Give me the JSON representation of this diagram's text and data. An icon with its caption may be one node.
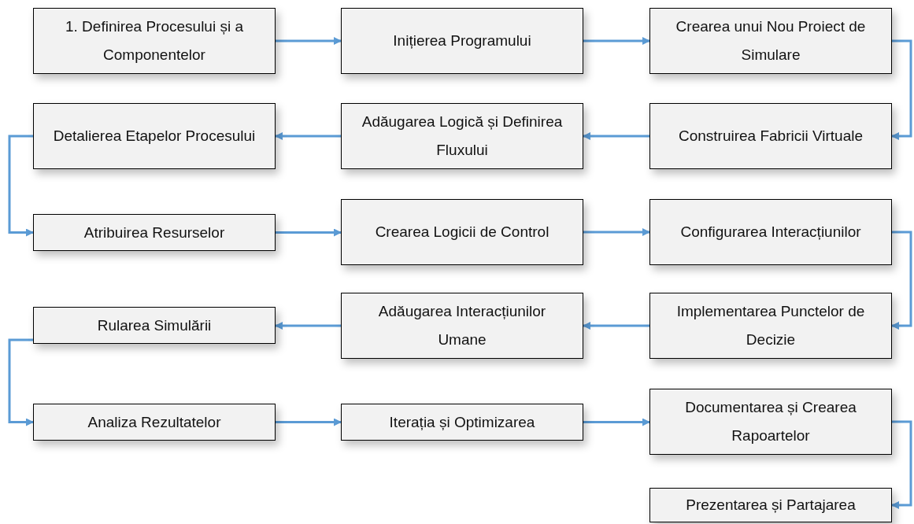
{
  "diagram": {
    "nodes": [
      {
        "text": [
          "1. Definirea Procesului și a Componentelor"
        ]
      },
      {
        "text": [
          "Inițierea Programului"
        ]
      },
      {
        "text": [
          "Crearea unui Nou Proiect de Simulare"
        ]
      },
      {
        "text": [
          "Detalierea Etapelor Procesului"
        ]
      },
      {
        "text": [
          "Adăugarea Logică și Definirea Fluxului"
        ]
      },
      {
        "text": [
          "Construirea Fabricii Virtuale"
        ]
      },
      {
        "text": [
          "Atribuirea Resurselor"
        ]
      },
      {
        "text": [
          "Crearea Logicii de Control"
        ]
      },
      {
        "text": [
          "Configurarea Interacțiunilor"
        ]
      },
      {
        "text": [
          "Rularea Simulării"
        ]
      },
      {
        "text": [
          "Adăugarea Interacțiunilor Umane"
        ]
      },
      {
        "text": [
          "Implementarea Punctelor de Decizie"
        ]
      },
      {
        "text": [
          "Analiza Rezultatelor"
        ]
      },
      {
        "text": [
          "Iterația și Optimizarea"
        ]
      },
      {
        "text": [
          "Documentarea și Crearea Rapoartelor"
        ]
      },
      {
        "text": [
          "Prezentarea și Partajarea"
        ]
      }
    ],
    "edges": [
      {
        "from": 0,
        "to": 1,
        "arrow": "to"
      },
      {
        "from": 1,
        "to": 2,
        "arrow": "to"
      },
      {
        "from": 2,
        "to": 5,
        "arrow": "to"
      },
      {
        "from": 5,
        "to": 4,
        "arrow": "to"
      },
      {
        "from": 4,
        "to": 3,
        "arrow": "to"
      },
      {
        "from": 3,
        "to": 6,
        "arrow": "to"
      },
      {
        "from": 6,
        "to": 7,
        "arrow": "to"
      },
      {
        "from": 7,
        "to": 8,
        "arrow": "to"
      },
      {
        "from": 8,
        "to": 11,
        "arrow": "to"
      },
      {
        "from": 11,
        "to": 10,
        "arrow": "to"
      },
      {
        "from": 10,
        "to": 9,
        "arrow": "to"
      },
      {
        "from": 9,
        "to": 12,
        "arrow": "to"
      },
      {
        "from": 12,
        "to": 13,
        "arrow": "to"
      },
      {
        "from": 13,
        "to": 14,
        "arrow": "to"
      },
      {
        "from": 14,
        "to": 15,
        "arrow": "to"
      }
    ]
  }
}
